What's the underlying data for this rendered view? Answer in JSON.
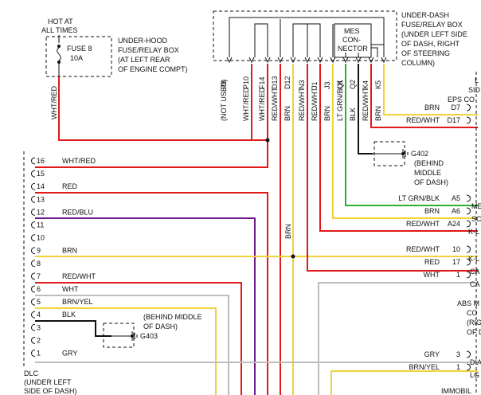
{
  "colors": {
    "red": "#e01919",
    "yellow": "#f1d23a",
    "purple": "#6b1a8a",
    "gray": "#bdbdbd",
    "brown": "#a0661e",
    "green": "#2fae2f",
    "black": "#111111"
  },
  "fuse_box_hood": {
    "hot_at": "HOT AT",
    "all_times": "ALL TIMES",
    "fuse_name": "FUSE 8",
    "fuse_rating": "10A",
    "title": [
      "UNDER-HOOD",
      "FUSE/RELAY BOX",
      "(AT LEFT REAR",
      "OF ENGINE COMPT)"
    ],
    "wire": "WHT/RED"
  },
  "fuse_box_dash": {
    "title": [
      "UNDER-DASH",
      "FUSE/RELAY BOX",
      "(UNDER LEFT SIDE",
      "OF DASH, RIGHT",
      "OF STEERING",
      "COLUMN)"
    ],
    "mes_connector": [
      "MES",
      "CON-",
      "NECTOR"
    ],
    "pins": [
      "P8",
      "P10",
      "F14",
      "D13",
      "D12",
      "N3",
      "J1",
      "J3",
      "Q1",
      "Q2",
      "K4",
      "K5"
    ],
    "wires": [
      "(NOT USED)",
      "WHT/RED",
      "WHT/RED",
      "RED/WHT",
      "BRN",
      "RED/WHT",
      "RED/WHT",
      "BRN",
      "LT GRN/BLK",
      "BLK",
      "RED/WHT",
      "BRN"
    ]
  },
  "ground_g402": {
    "name": "G402",
    "location": [
      "(BEHIND",
      "MIDDLE",
      "OF DASH)"
    ]
  },
  "ground_g403": {
    "name": "G403",
    "location": [
      "(BEHIND MIDDLE",
      "OF DASH)"
    ]
  },
  "dlc": {
    "title": [
      "DLC",
      "(UNDER LEFT",
      "SIDE OF DASH)"
    ],
    "pins": [
      {
        "num": "16",
        "wire": "WHT/RED"
      },
      {
        "num": "15",
        "wire": ""
      },
      {
        "num": "14",
        "wire": "RED"
      },
      {
        "num": "13",
        "wire": ""
      },
      {
        "num": "12",
        "wire": "RED/BLU"
      },
      {
        "num": "11",
        "wire": ""
      },
      {
        "num": "10",
        "wire": ""
      },
      {
        "num": "9",
        "wire": "BRN"
      },
      {
        "num": "8",
        "wire": ""
      },
      {
        "num": "7",
        "wire": "RED/WHT"
      },
      {
        "num": "6",
        "wire": "WHT"
      },
      {
        "num": "5",
        "wire": "BRN/YEL"
      },
      {
        "num": "4",
        "wire": "BLK"
      },
      {
        "num": "3",
        "wire": ""
      },
      {
        "num": "2",
        "wire": ""
      },
      {
        "num": "1",
        "wire": "GRY"
      }
    ]
  },
  "right_side": {
    "eps": {
      "fragments": [
        "L",
        "SID",
        "EPS CO"
      ],
      "rows": [
        {
          "wire": "BRN",
          "pin": "D7"
        },
        {
          "wire": "RED/WHT",
          "pin": "D17"
        }
      ]
    },
    "module2": {
      "fragments": [
        "ME",
        "SC",
        "K-L"
      ],
      "rows": [
        {
          "wire": "LT GRN/BLK",
          "pin": "A5"
        },
        {
          "wire": "BRN",
          "pin": "A6"
        },
        {
          "wire": "RED/WHT",
          "pin": "A24"
        }
      ]
    },
    "abs": {
      "fragments": [
        "K-L",
        "CA",
        "CA",
        "ABS M",
        "CO",
        "(RIG",
        "OF D"
      ],
      "rows": [
        {
          "wire": "RED/WHT",
          "pin": "10"
        },
        {
          "wire": "RED",
          "pin": "17"
        },
        {
          "wire": "WHT",
          "pin": "1"
        }
      ]
    },
    "immob": {
      "fragments": [
        "DIA",
        "LG",
        "IMMOBIL"
      ],
      "rows": [
        {
          "wire": "GRY",
          "pin": "3"
        },
        {
          "wire": "BRN/YEL",
          "pin": "1"
        }
      ]
    }
  },
  "vertical_labels": {
    "brn_trunk": "BRN"
  }
}
